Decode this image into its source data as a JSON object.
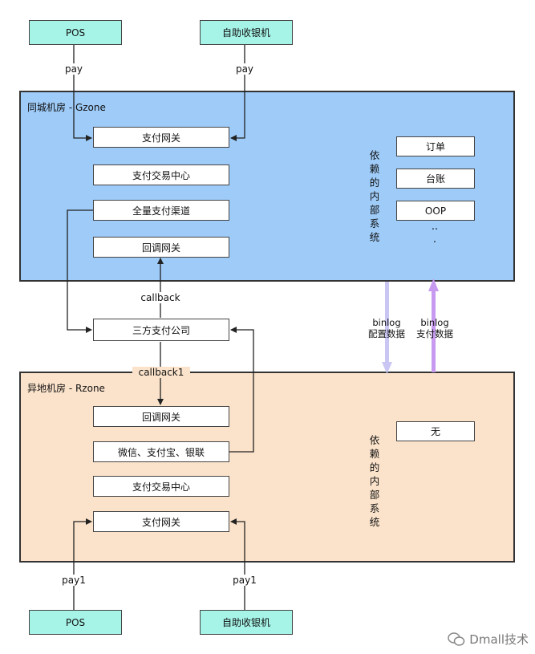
{
  "top_terminals": {
    "pos": "POS",
    "self_checkout": "自助收银机"
  },
  "bottom_terminals": {
    "pos": "POS",
    "self_checkout": "自助收银机"
  },
  "gzone": {
    "title": "同城机房 - Gzone",
    "services": [
      "支付网关",
      "支付交易中心",
      "全量支付渠道",
      "回调网关"
    ],
    "deps_label": "依赖的内部系统",
    "deps": [
      "订单",
      "台账",
      "OOP"
    ],
    "ellipsis": "···"
  },
  "middle": {
    "third_party": "三方支付公司"
  },
  "rzone": {
    "title": "异地机房 - Rzone",
    "services": [
      "回调网关",
      "微信、支付宝、银联",
      "支付交易中心",
      "支付网关"
    ],
    "deps_label": "依赖的内部系统",
    "deps": [
      "无"
    ]
  },
  "labels": {
    "pay": "pay",
    "pay1": "pay1",
    "callback": "callback",
    "callback1": "callback1",
    "binlog_down": {
      "l1": "binlog",
      "l2": "配置数据"
    },
    "binlog_up": {
      "l1": "binlog",
      "l2": "支付数据"
    }
  },
  "colors": {
    "gzone_fill": "#9ecbf8",
    "rzone_fill": "#fbe3cb",
    "terminal_fill": "#a6f4e8",
    "sync_down": "#c9c6f3",
    "sync_up": "#c79af0"
  },
  "watermark": "Dmall技术"
}
